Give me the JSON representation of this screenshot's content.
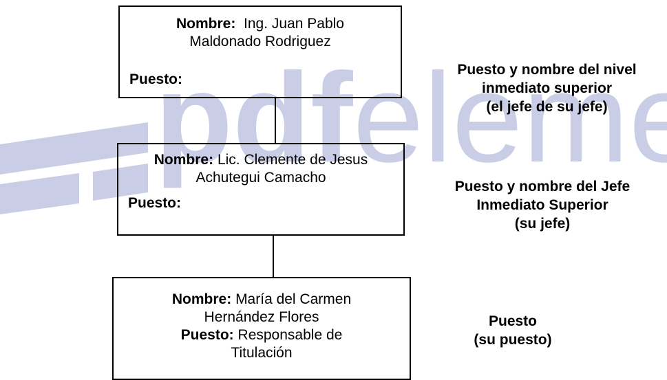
{
  "watermark": {
    "brand_bold": "pdf",
    "brand_light": "element",
    "color": "#c9cde6"
  },
  "boxes": [
    {
      "nombre_label": "Nombre:",
      "nombre_value_l1": "Ing. Juan Pablo",
      "nombre_value_l2": "Maldonado Rodriguez",
      "puesto_label": "Puesto:",
      "puesto_value": ""
    },
    {
      "nombre_label": "Nombre:",
      "nombre_value_l1": "Lic. Clemente de Jesus",
      "nombre_value_l2": "Achutegui Camacho",
      "puesto_label": "Puesto:",
      "puesto_value": ""
    },
    {
      "nombre_label": "Nombre:",
      "nombre_value_l1": "María del Carmen",
      "nombre_value_l2": "Hernández Flores",
      "puesto_label": "Puesto:",
      "puesto_value_l1": "Responsable de",
      "puesto_value_l2": "Titulación"
    }
  ],
  "side_labels": [
    {
      "l1": "Puesto y nombre del nivel",
      "l2": "inmediato superior",
      "l3": "(el jefe de su jefe)"
    },
    {
      "l1": "Puesto y nombre del Jefe",
      "l2": "Inmediato Superior",
      "l3": "(su jefe)"
    },
    {
      "l1": "Puesto",
      "l2": "(su puesto)"
    }
  ]
}
